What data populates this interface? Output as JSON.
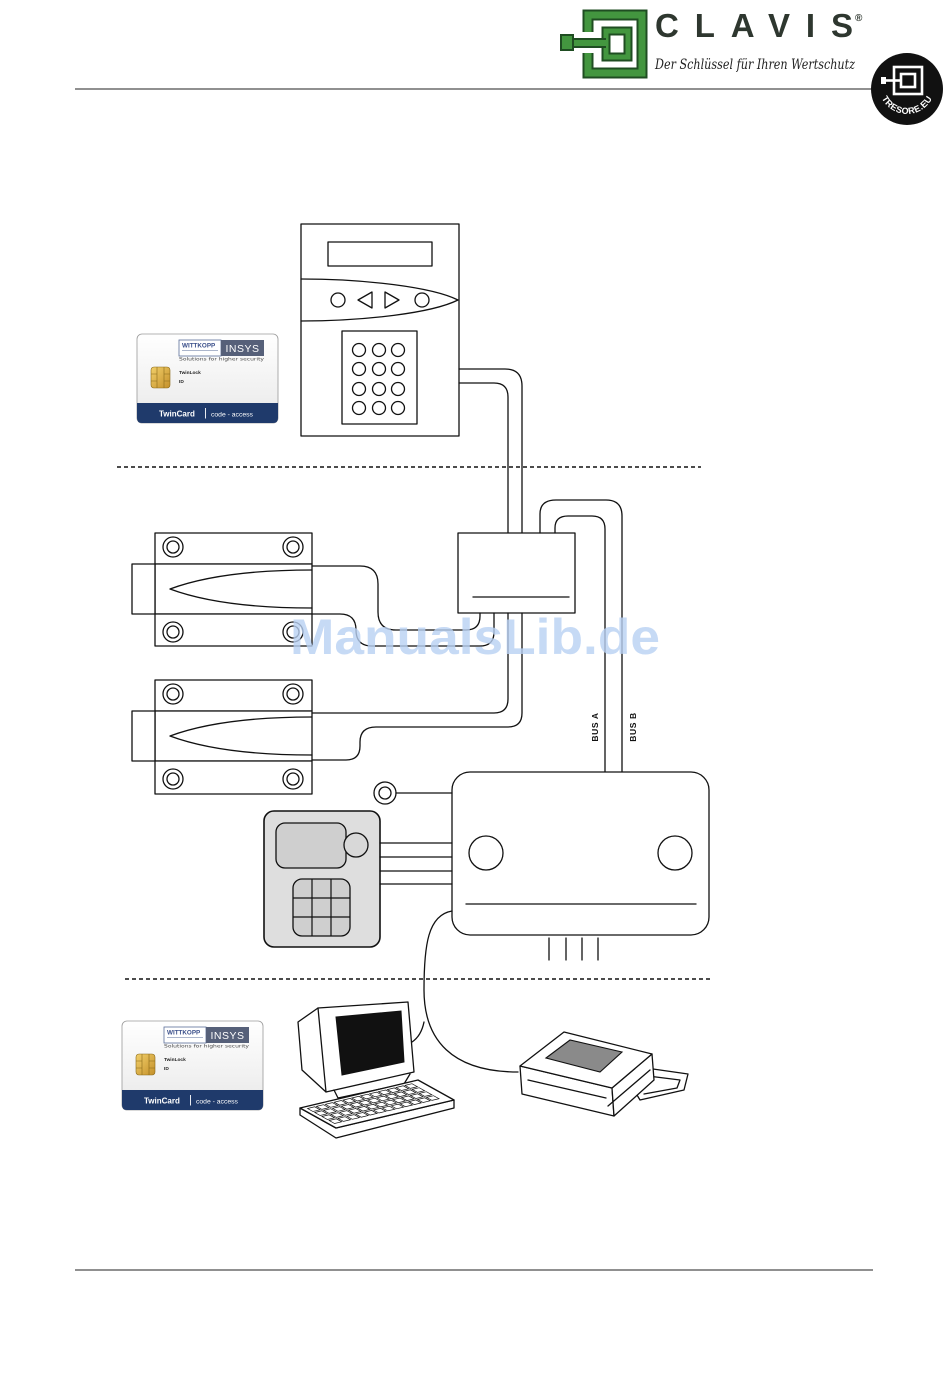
{
  "header": {
    "brand": "CLAVIS",
    "registered": "®",
    "tagline": "Der Schlüssel für Ihren Wertschutz",
    "badge": "TRESORE.EU"
  },
  "cards": [
    {
      "maker": "WITTKOPP",
      "partner": "INSYS",
      "slogan": "Solutions for higher security",
      "line1": "TwinLock",
      "line2": "ID",
      "product": "TwinCard",
      "subtitle": "code - access"
    },
    {
      "maker": "WITTKOPP",
      "partner": "INSYS",
      "slogan": "Solutions for higher security",
      "line1": "TwinLock",
      "line2": "ID",
      "product": "TwinCard",
      "subtitle": "code - access"
    }
  ],
  "bus": {
    "a": "BUS A",
    "b": "BUS B"
  },
  "watermark": "ManualsLib.de",
  "colors": {
    "brand_green": "#43963f",
    "brand_green_dark": "#1f4d22",
    "card_band": "#1f3a6b",
    "card_partner_box": "#566079",
    "chip_gold": "#d6a93a",
    "reader_gray": "#dedede",
    "watermark": "#b9d1f3"
  }
}
